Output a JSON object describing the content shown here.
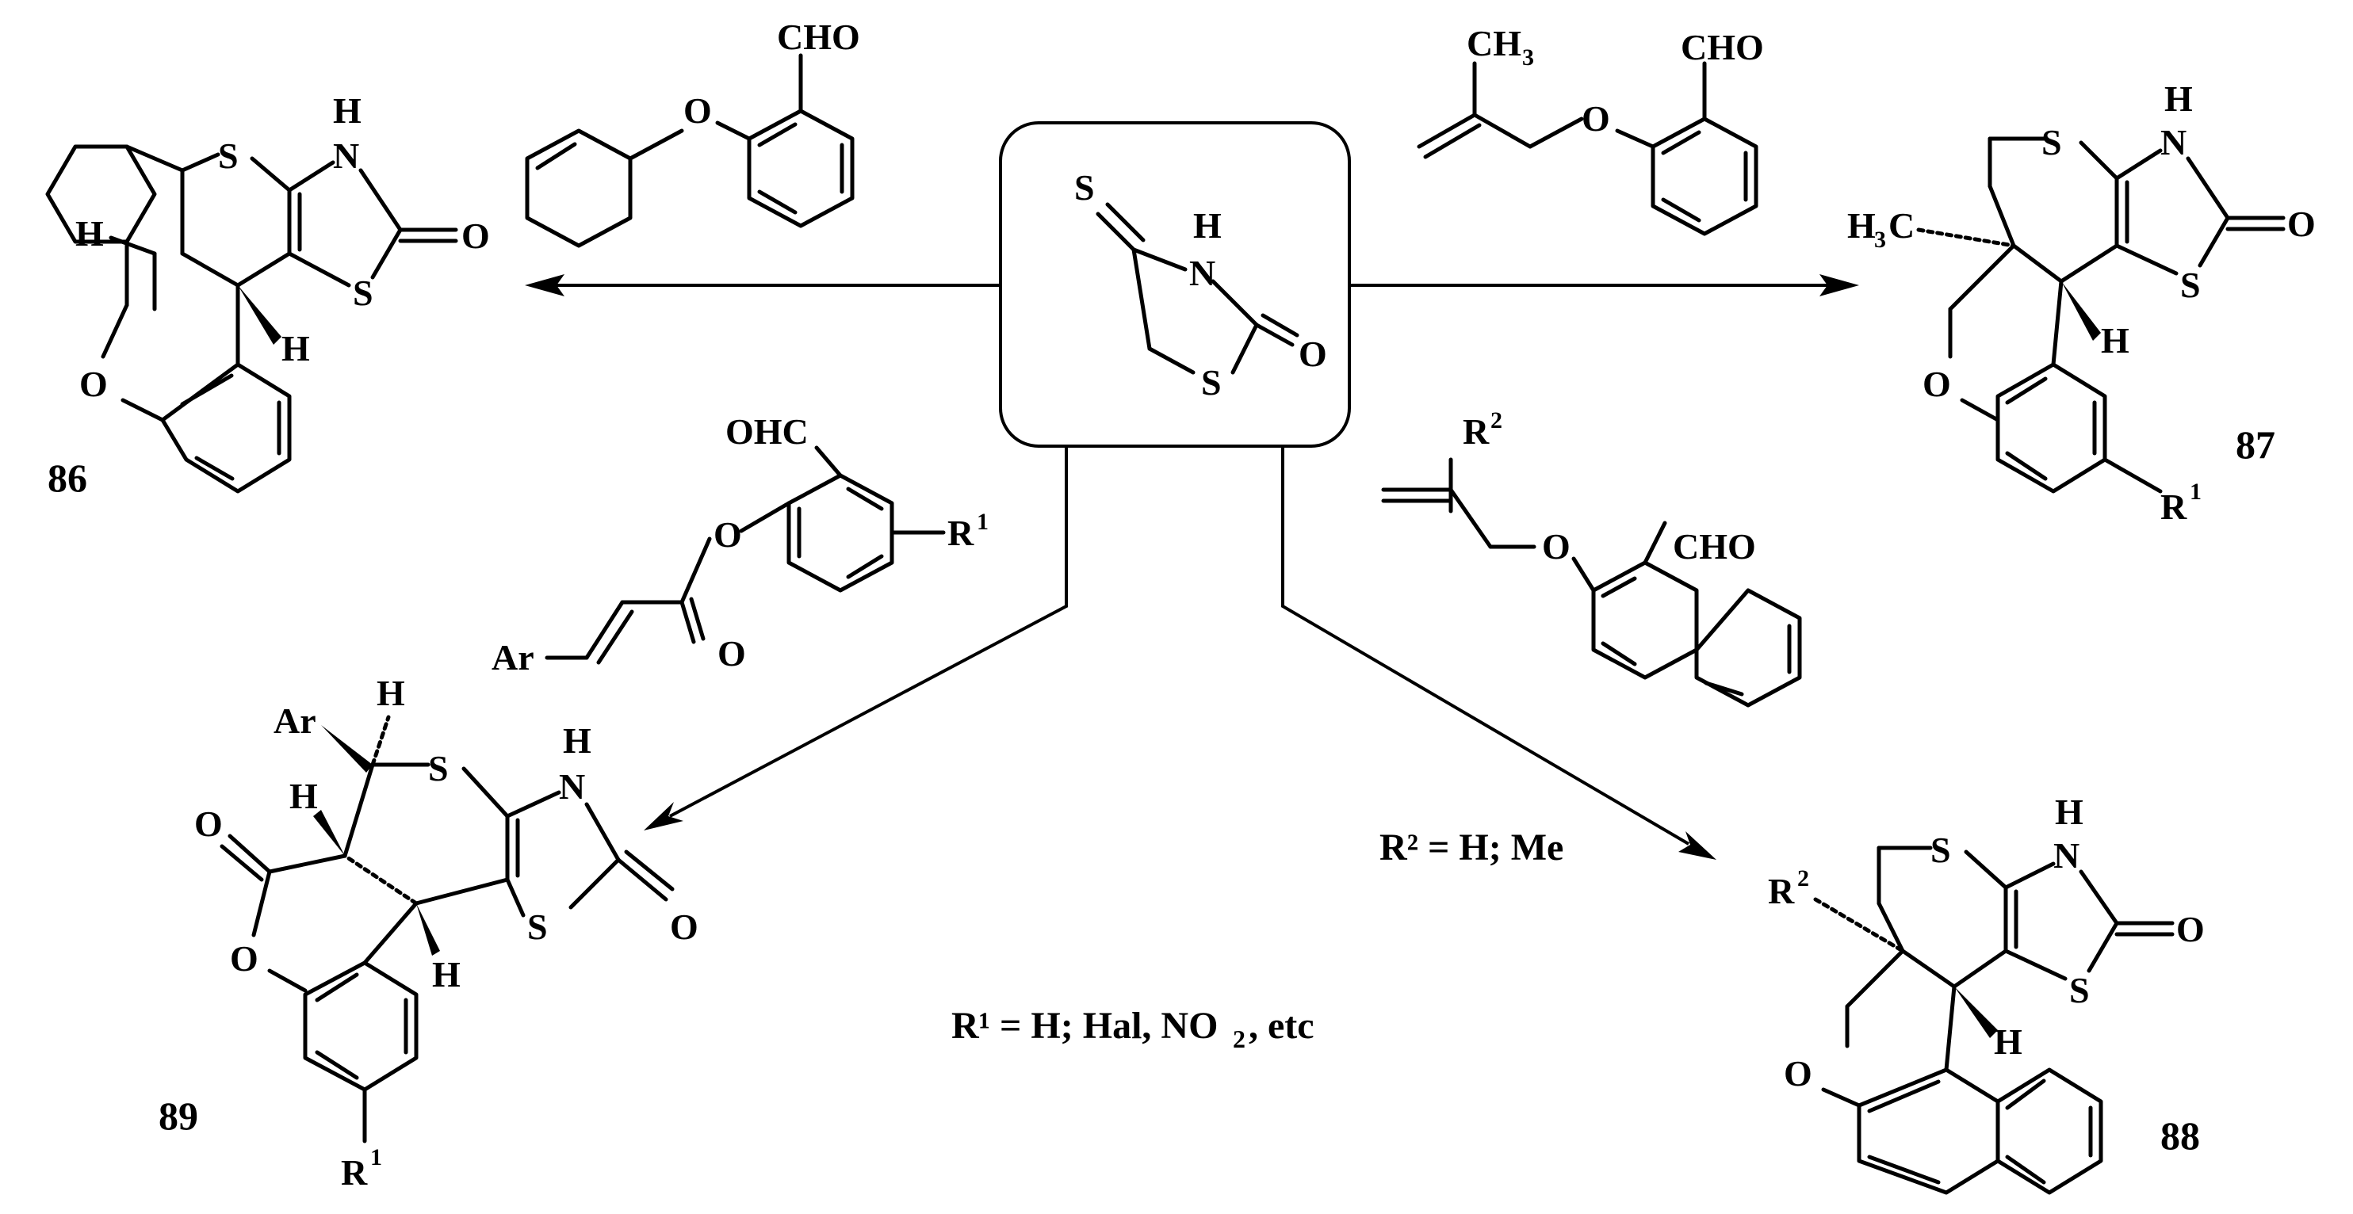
{
  "scheme": {
    "center_reagent": {
      "atoms": {
        "s_exo": "S",
        "nh": "N",
        "h": "H",
        "s_ring": "S",
        "o": "O"
      }
    },
    "reagent_top_left": {
      "cho": "CHO",
      "o": "O"
    },
    "reagent_top_right": {
      "ch3": "CH",
      "ch3_sub": "3",
      "cho": "CHO",
      "o": "O"
    },
    "reagent_mid_left": {
      "ohc": "OHC",
      "o1": "O",
      "o2": "O",
      "ar": "Ar",
      "r": "R",
      "r_sup": "1"
    },
    "reagent_mid_right": {
      "r": "R",
      "r_sup": "2",
      "o": "O",
      "cho": "CHO"
    },
    "products": {
      "p86": {
        "number": "86",
        "s": "S",
        "nh_n": "N",
        "nh_h": "H",
        "o_exo": "O",
        "s2": "S",
        "h1": "H",
        "h2": "H",
        "o_ring": "O"
      },
      "p87": {
        "number": "87",
        "s": "S",
        "nh_n": "N",
        "nh_h": "H",
        "o_exo": "O",
        "s2": "S",
        "h3c": "H",
        "h3c_sub": "3",
        "h3c_c": "C",
        "h": "H",
        "o_ring": "O",
        "r": "R",
        "r_sup": "1"
      },
      "p88": {
        "number": "88",
        "s": "S",
        "nh_n": "N",
        "nh_h": "H",
        "o_exo": "O",
        "s2": "S",
        "r": "R",
        "r_sup": "2",
        "h": "H",
        "o_ring": "O"
      },
      "p89": {
        "number": "89",
        "ar": "Ar",
        "h_top": "H",
        "h_left": "H",
        "s": "S",
        "nh_n": "N",
        "nh_h": "H",
        "o_exo": "O",
        "s2": "S",
        "h_bottom": "H",
        "o_lactone_exo": "O",
        "o_lactone": "O",
        "r": "R",
        "r_sup": "1"
      }
    },
    "notes": {
      "r2": "R² = H; Me",
      "r1_prefix": "R¹ = H; Hal, NO",
      "r1_sub": "2",
      "r1_suffix": ", etc"
    }
  }
}
